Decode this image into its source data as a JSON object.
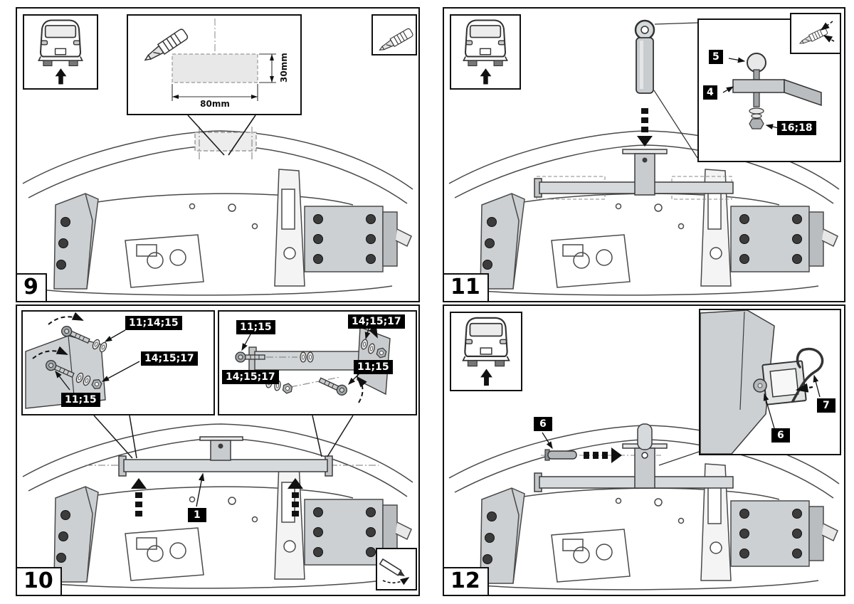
{
  "panels": {
    "p9": {
      "step": "9",
      "dim_width": "80mm",
      "dim_height": "30mm"
    },
    "p10": {
      "step": "10",
      "part_crossbar": "1",
      "left_box": {
        "top": "11;14;15",
        "middle": "14;15;17",
        "bottom": "11;15"
      },
      "right_box": {
        "top_left": "11;15",
        "top_right": "14;15;17",
        "bottom_left": "14;15;17",
        "right": "11;15"
      }
    },
    "p11": {
      "step": "11",
      "ball": "5",
      "ball_mount": "4",
      "washer_nut": "16;18"
    },
    "p12": {
      "step": "12",
      "pin": "6",
      "pin_detail": "6",
      "clip": "7"
    }
  },
  "icons": {
    "car": "car-rear-view-icon",
    "knife": "utility-knife-icon",
    "knife_caution": "knife-cut-direction-icon",
    "marking": "marking-tool-icon",
    "arrow": "direction-arrow-icon"
  }
}
